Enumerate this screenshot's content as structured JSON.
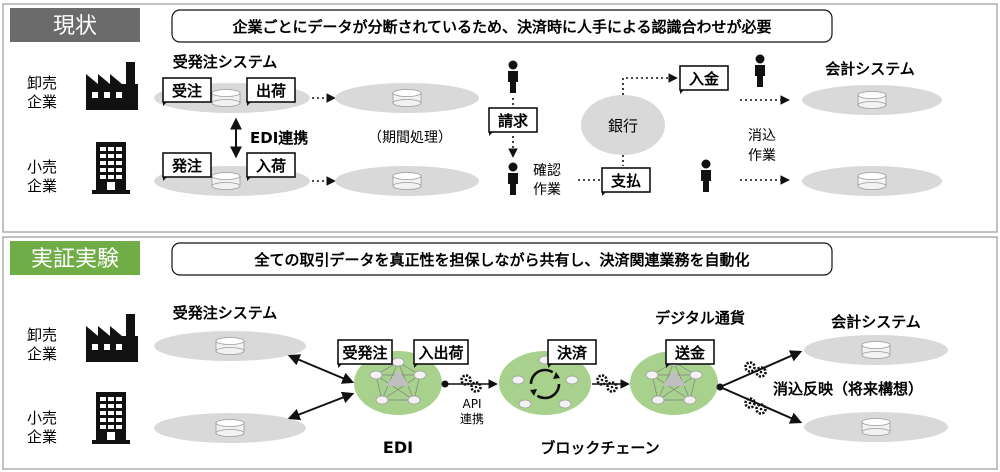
{
  "current": {
    "tab_label": "現状",
    "headline": "企業ごとにデータが分断されているため、決済時に人手による認識合わせが必要",
    "wholesaler_line1": "卸売",
    "wholesaler_line2": "企業",
    "retailer_line1": "小売",
    "retailer_line2": "企業",
    "order_system_title": "受発注システム",
    "tag_order_received": "受注",
    "tag_shipping": "出荷",
    "tag_order_placed": "発注",
    "tag_receiving": "入荷",
    "edi_link": "EDI連携",
    "period_processing": "（期間処理）",
    "tag_invoice": "請求",
    "confirm_line1": "確認",
    "confirm_line2": "作業",
    "bank": "銀行",
    "tag_deposit": "入金",
    "tag_payment": "支払",
    "accounting_title": "会計システム",
    "reconcile_line1": "消込",
    "reconcile_line2": "作業"
  },
  "poc": {
    "tab_label": "実証実験",
    "headline": "全ての取引データを真正性を担保しながら共有し、決済関連業務を自動化",
    "wholesaler_line1": "卸売",
    "wholesaler_line2": "企業",
    "retailer_line1": "小売",
    "retailer_line2": "企業",
    "order_system_title": "受発注システム",
    "tag_order": "受発注",
    "tag_inout": "入出荷",
    "api_line1": "API",
    "api_line2": "連携",
    "edi_label": "EDI",
    "tag_settlement": "決済",
    "blockchain_label": "ブロックチェーン",
    "digital_currency_title": "デジタル通貨",
    "tag_remit": "送金",
    "accounting_title": "会計システム",
    "reconcile_future": "消込反映（将来構想）"
  },
  "colors": {
    "tab_current": "#6b6b6b",
    "tab_poc": "#70ad47",
    "panel_border": "#9a9a9a",
    "disk_fill": "#d9d9d9",
    "network_fill": "#a9d18e"
  }
}
